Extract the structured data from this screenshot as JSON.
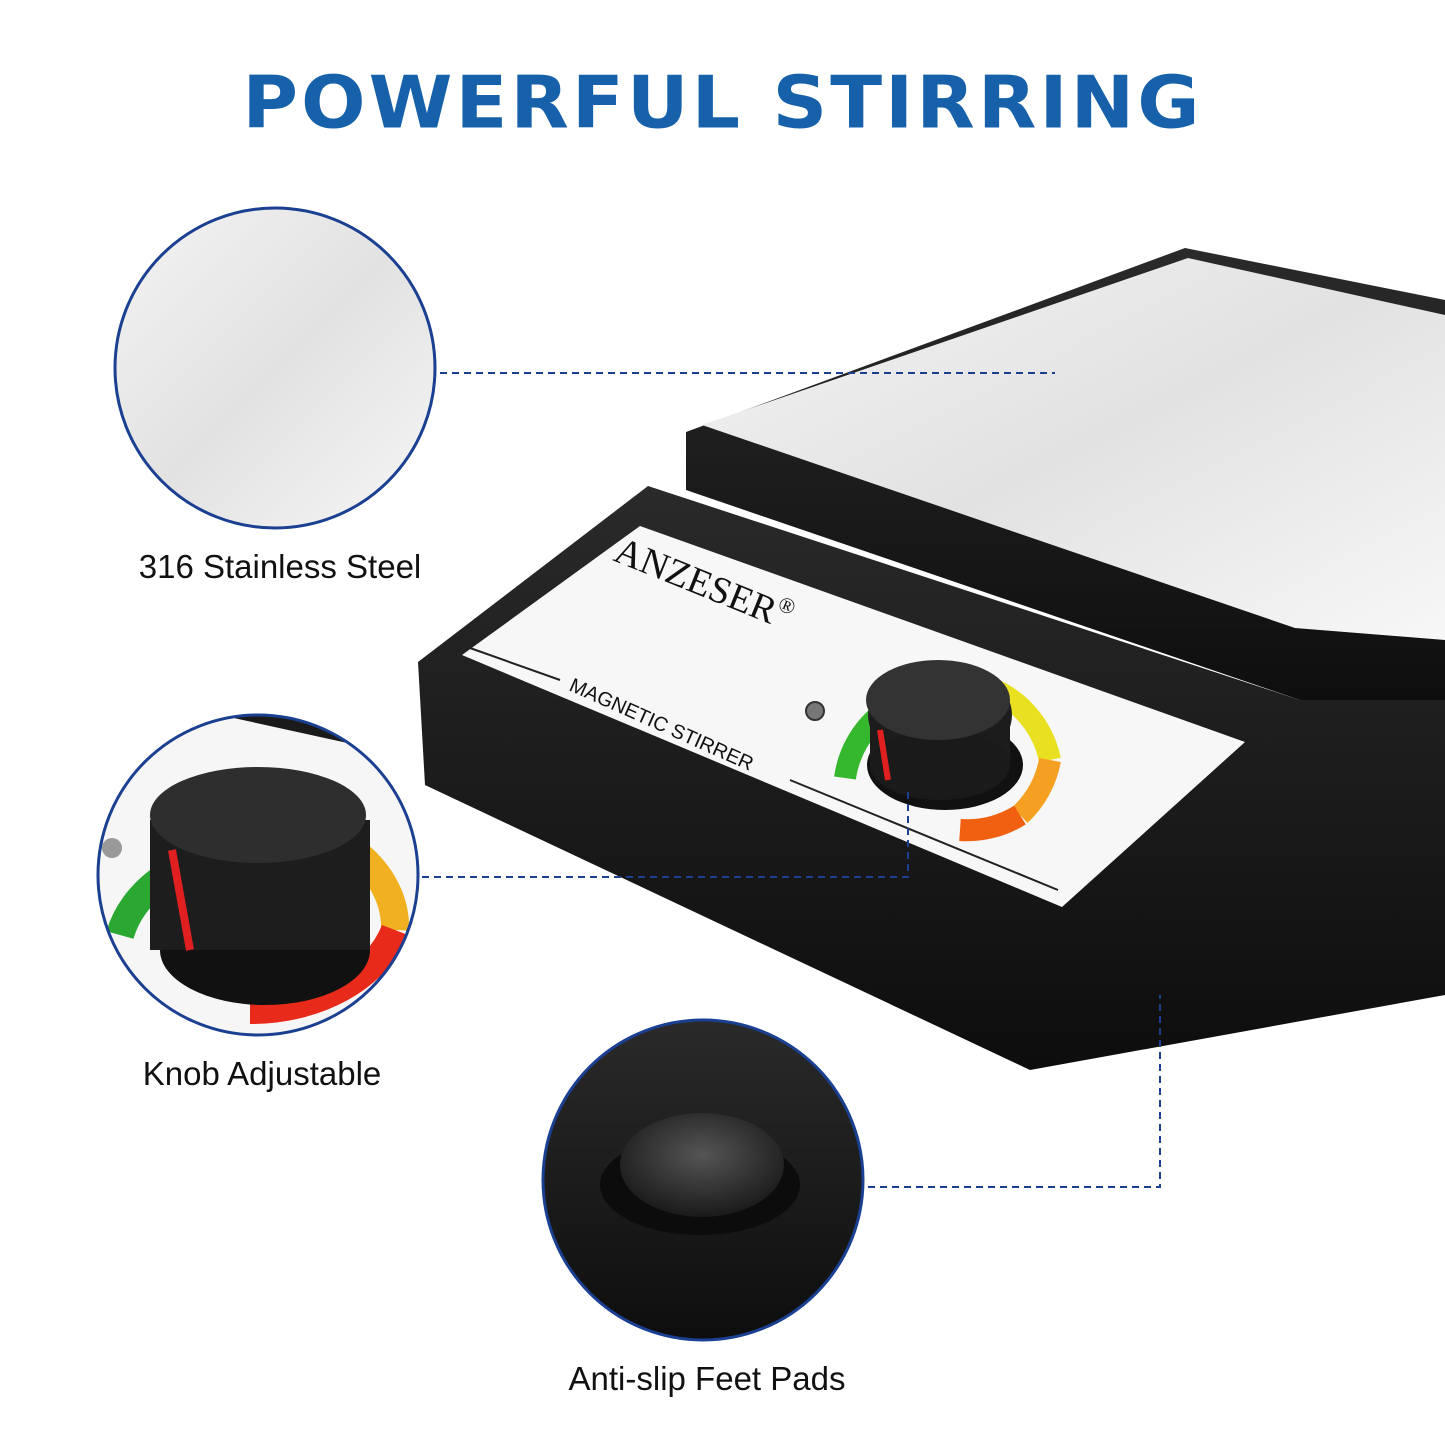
{
  "headline": "POWERFUL STIRRING",
  "product": {
    "brand": "ANZESER",
    "registered_mark": "®",
    "panel_label": "MAGNETIC STIRRER"
  },
  "features": [
    {
      "label": "316 Stainless Steel",
      "icon": "stainless-steel-plate-closeup"
    },
    {
      "label": "Knob Adjustable",
      "icon": "speed-knob-closeup"
    },
    {
      "label": "Anti-slip Feet Pads",
      "icon": "rubber-foot-pad-closeup"
    }
  ],
  "colors": {
    "headline": "#1661aa",
    "circle_border": "#1b3f91",
    "leader_line": "#1b3f91",
    "body": "#151515"
  }
}
